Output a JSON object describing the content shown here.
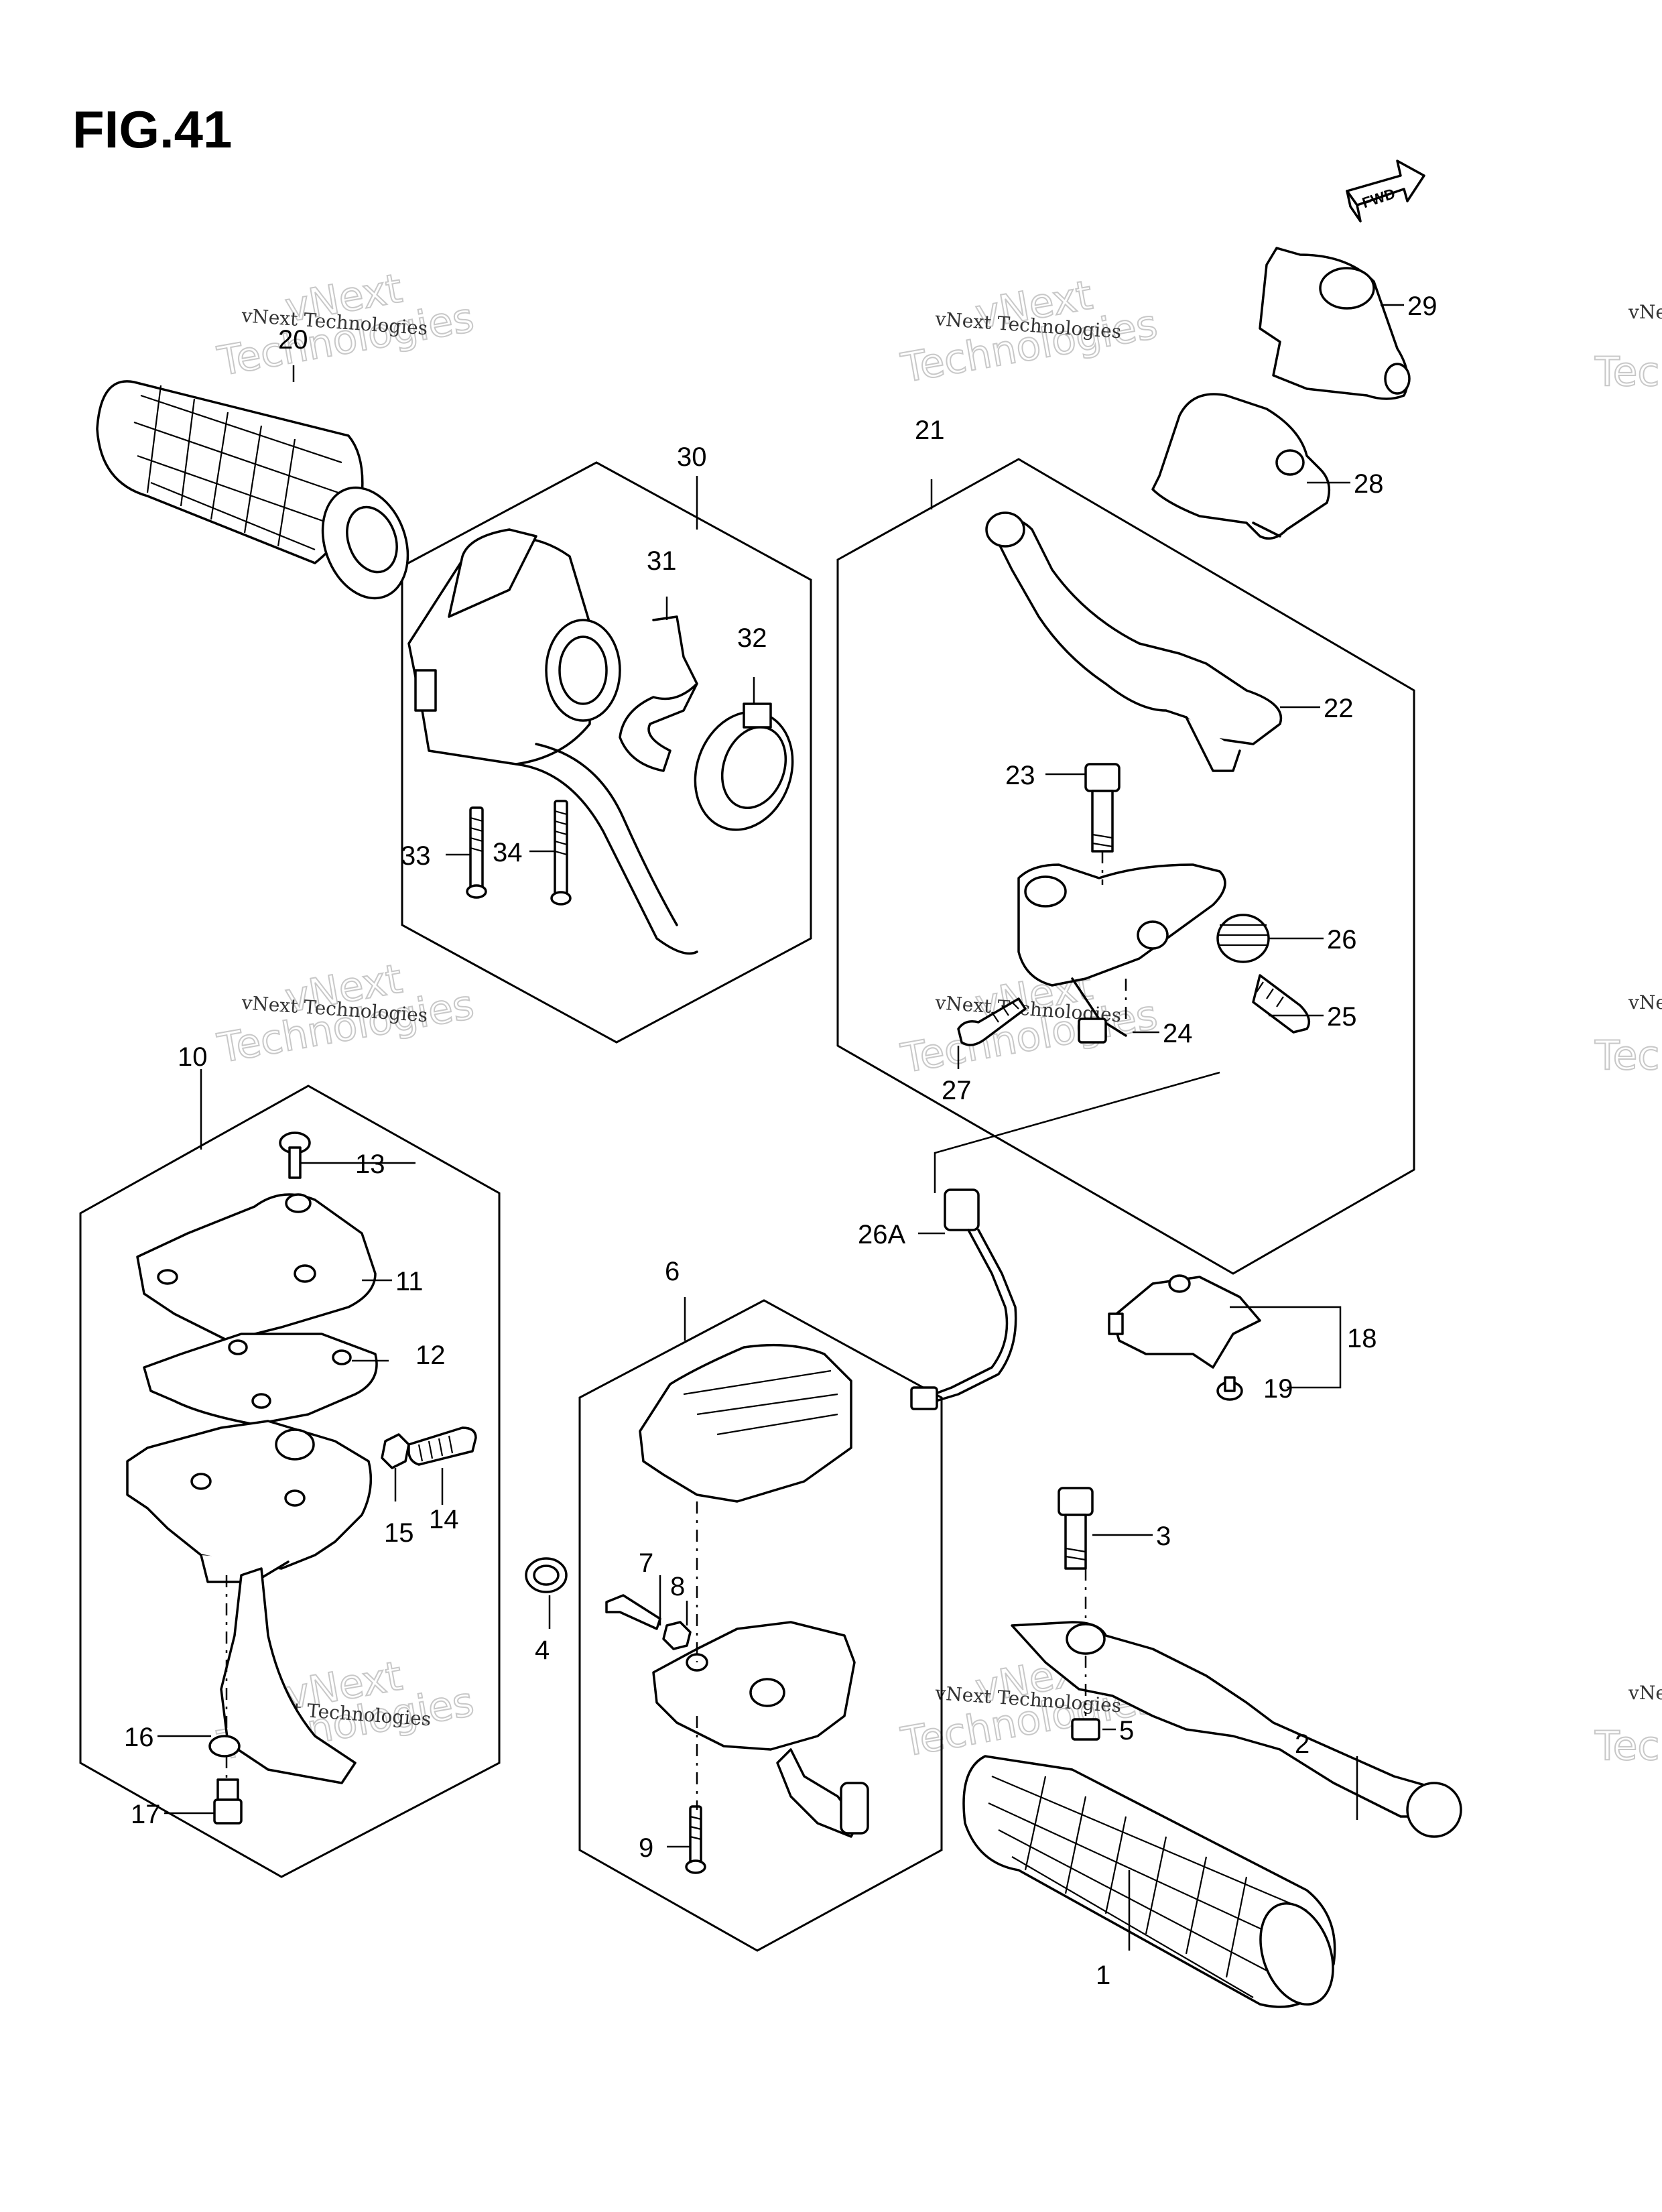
{
  "figure": {
    "title": "FIG.41",
    "direction_badge": "FWD"
  },
  "watermark": {
    "line1": "vNext Technologies",
    "line2": "vNext",
    "line3": "Technologies"
  },
  "callouts": {
    "c1": "1",
    "c2": "2",
    "c3": "3",
    "c4": "4",
    "c5": "5",
    "c6": "6",
    "c7": "7",
    "c8": "8",
    "c9": "9",
    "c10": "10",
    "c11": "11",
    "c12": "12",
    "c13": "13",
    "c14": "14",
    "c15": "15",
    "c16": "16",
    "c17": "17",
    "c18": "18",
    "c19": "19",
    "c20": "20",
    "c21": "21",
    "c22": "22",
    "c23": "23",
    "c24": "24",
    "c25": "25",
    "c26": "26",
    "c26a": "26A",
    "c27": "27",
    "c28": "28",
    "c29": "29",
    "c30": "30",
    "c31": "31",
    "c32": "32",
    "c33": "33",
    "c34": "34"
  }
}
